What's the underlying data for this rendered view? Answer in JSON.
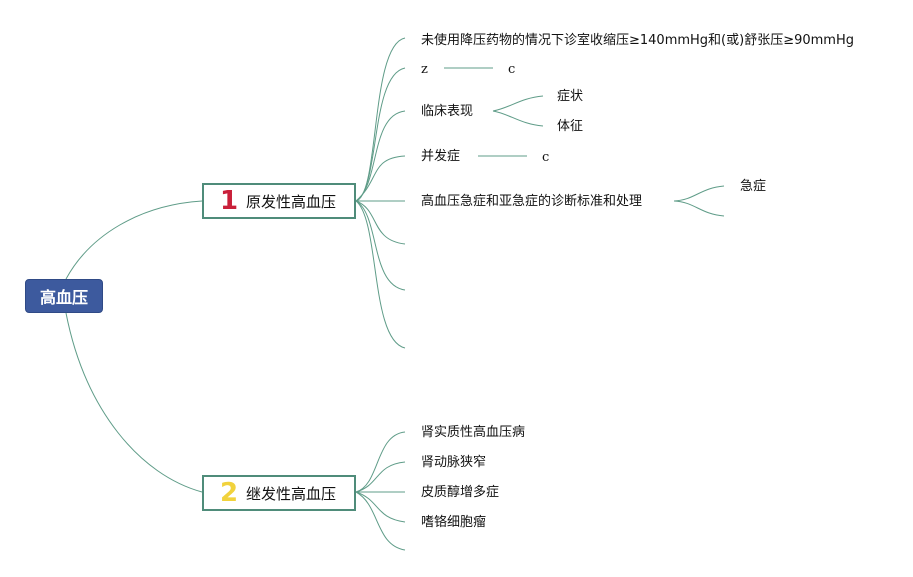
{
  "root": {
    "label": "高血压"
  },
  "branches": [
    {
      "number": "1",
      "label": "原发性高血压",
      "children": [
        {
          "label": "未使用降压药物的情况下诊室收缩压≥140mmHg和(或)舒张压≥90mmHg"
        },
        {
          "label": "z",
          "tail": "c"
        },
        {
          "label": "临床表现",
          "children": [
            "症状",
            "体征"
          ]
        },
        {
          "label": "并发症",
          "tail": "c"
        },
        {
          "label": "高血压急症和亚急症的诊断标准和处理",
          "children": [
            "急症",
            ""
          ]
        },
        {
          "label": ""
        },
        {
          "label": ""
        },
        {
          "label": ""
        }
      ]
    },
    {
      "number": "2",
      "label": "继发性高血压",
      "children": [
        {
          "label": "肾实质性高血压病"
        },
        {
          "label": "肾动脉狭窄"
        },
        {
          "label": "皮质醇增多症"
        },
        {
          "label": "嗜铬细胞瘤"
        },
        {
          "label": ""
        }
      ]
    }
  ],
  "colors": {
    "line": "#5f9c88",
    "root_fill": "#3d5a9e",
    "branch_border": "#4f8c7a",
    "num1": "#c9203a",
    "num2": "#f1d23c"
  }
}
